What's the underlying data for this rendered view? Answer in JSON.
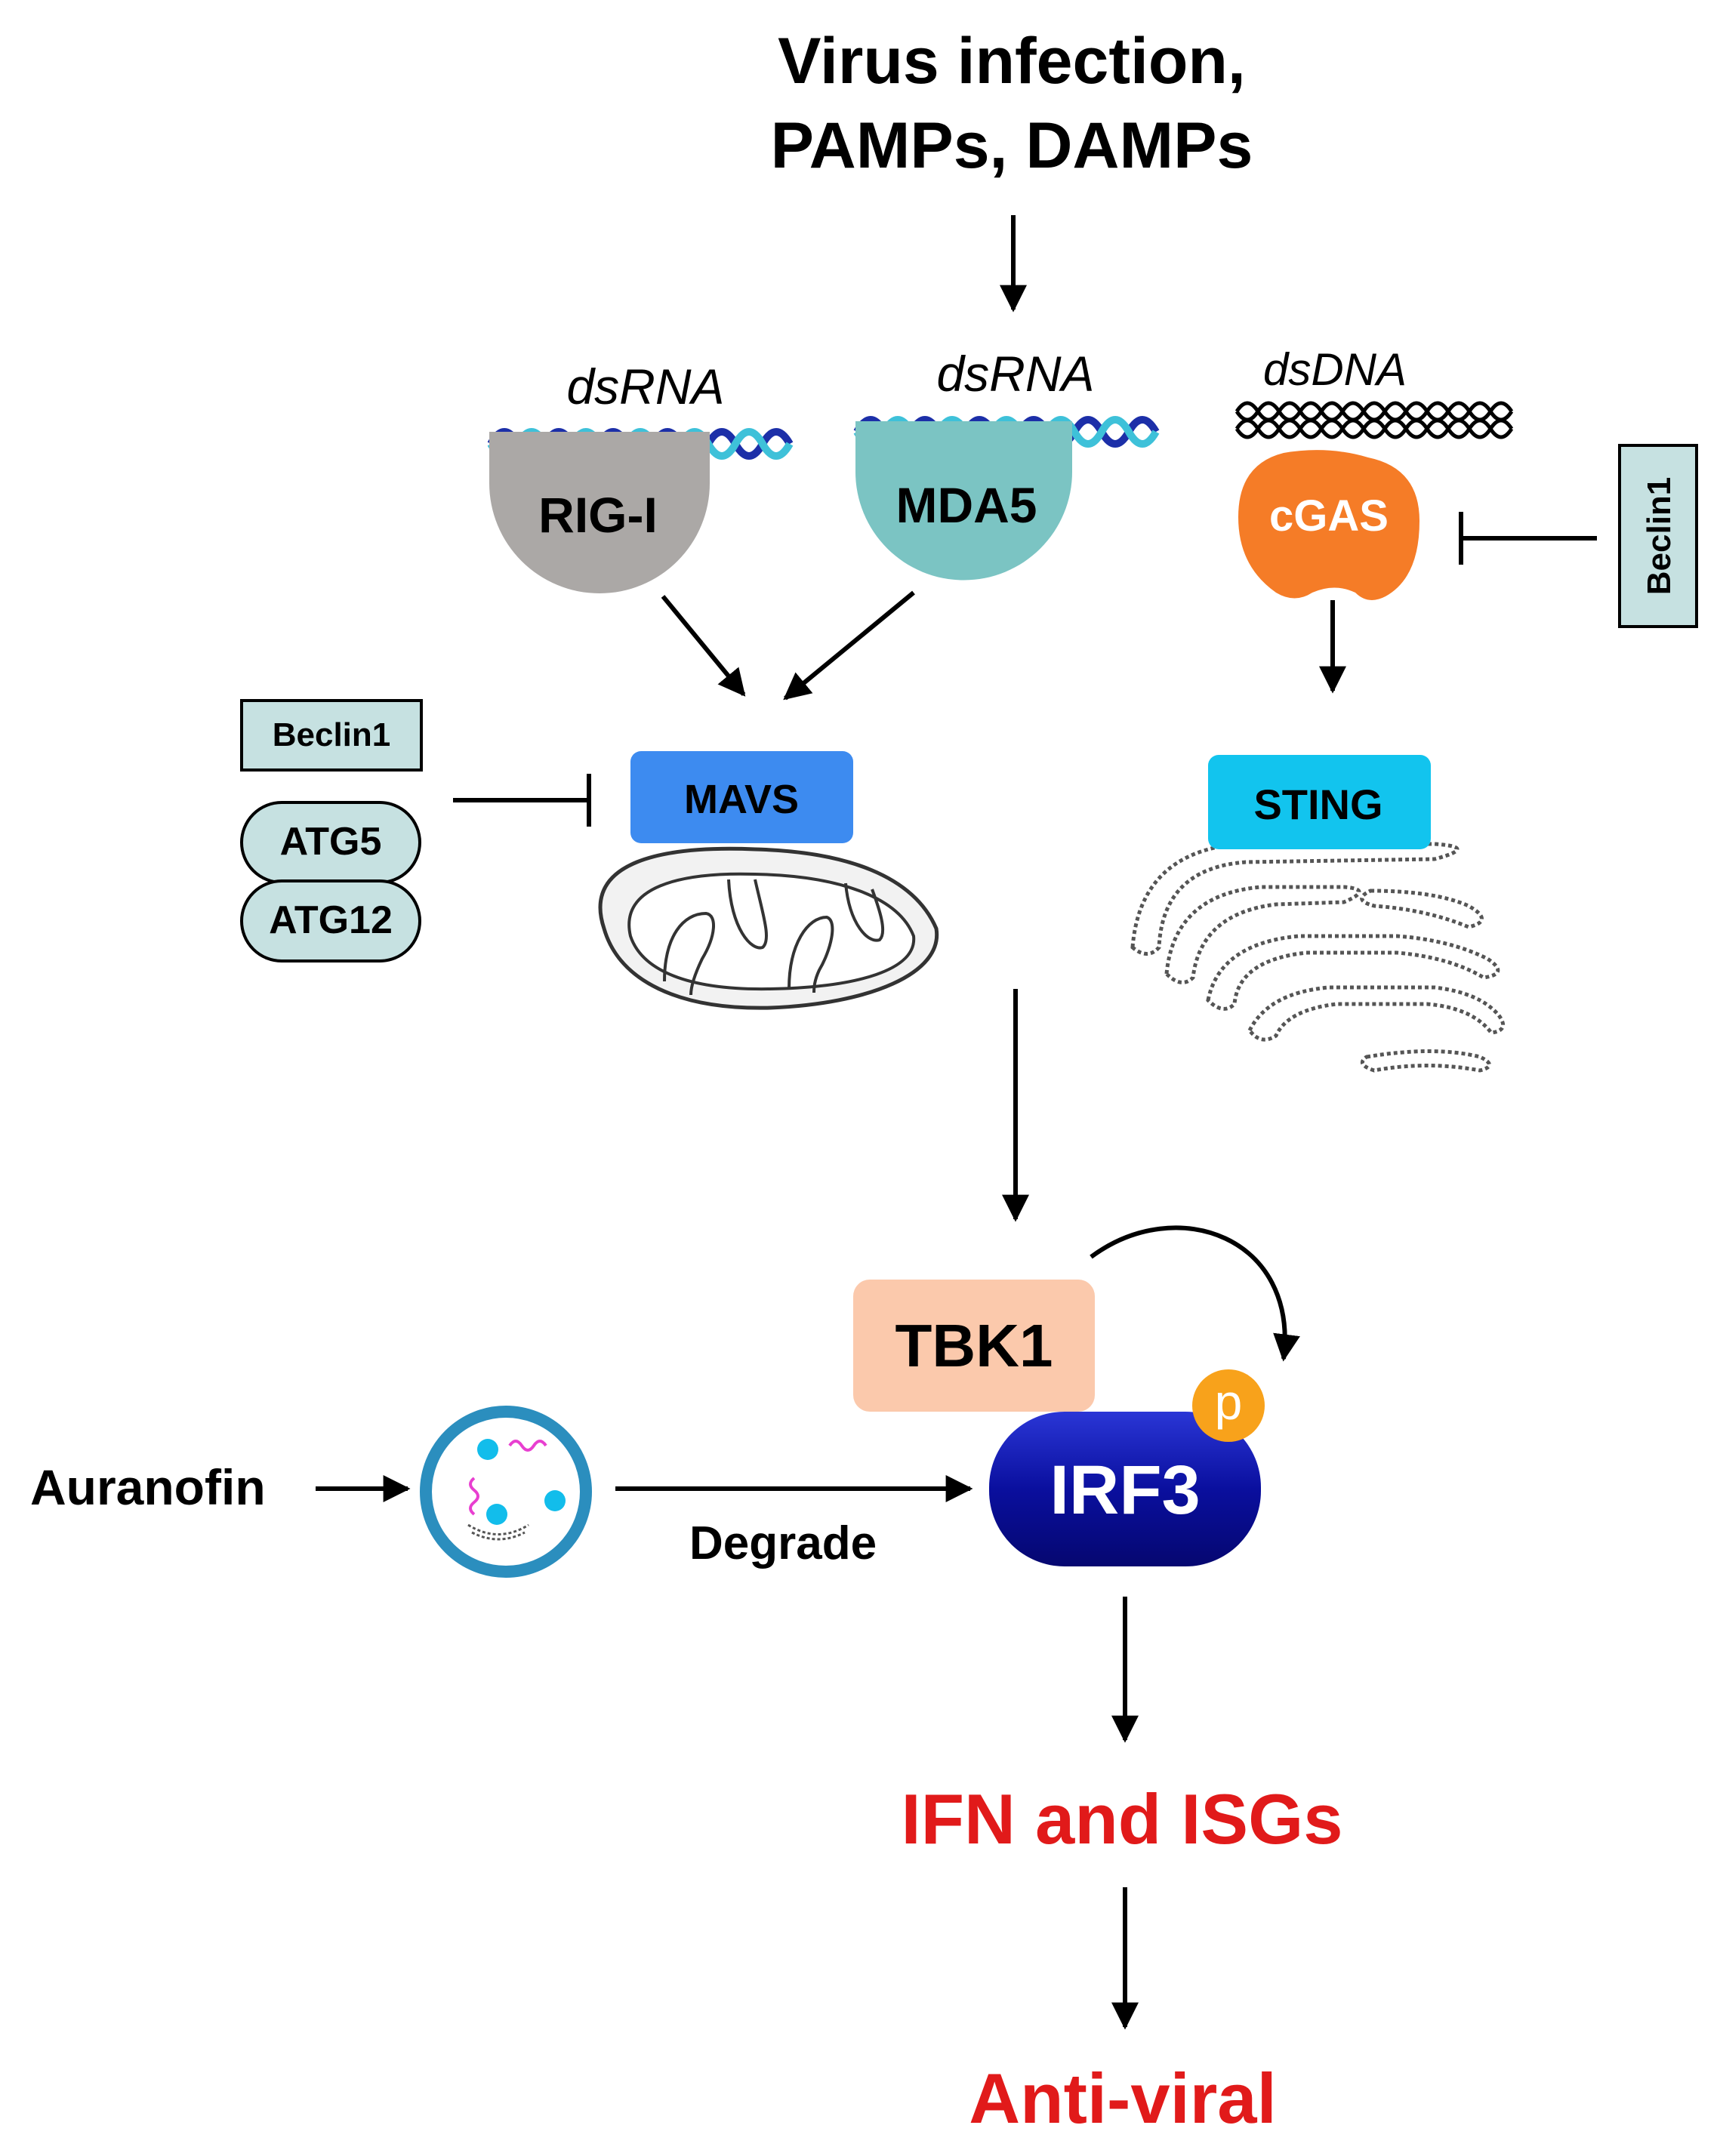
{
  "header": {
    "line1": "Virus infection,",
    "line2": "PAMPs, DAMPs"
  },
  "sensors": {
    "rigi": {
      "label": "RIG-I",
      "ligand": "dsRNA"
    },
    "mda5": {
      "label": "MDA5",
      "ligand": "dsRNA"
    },
    "cgas": {
      "label": "cGAS",
      "ligand": "dsDNA"
    }
  },
  "inhibitors": {
    "beclin1_left": "Beclin1",
    "atg5": "ATG5",
    "atg12": "ATG12",
    "beclin1_right": "Beclin1"
  },
  "adaptors": {
    "mavs": "MAVS",
    "sting": "STING"
  },
  "kinase": {
    "tbk1": "TBK1",
    "irf3": "IRF3",
    "phospho": "p"
  },
  "drug": {
    "name": "Auranofin",
    "action": "Degrade"
  },
  "outcomes": {
    "ifn": "IFN and ISGs",
    "antiviral": "Anti-viral"
  },
  "colors": {
    "rigi": "#ABA8A6",
    "mda5": "#7BC4C3",
    "cgas": "#F57C27",
    "mavs": "#3D8BF0",
    "sting": "#12C4EE",
    "tbk1": "#FBC9AC",
    "irf3": "#0A0F9E",
    "phospho": "#F8A21B",
    "atg": "#C6E1E1",
    "output": "#E11A1A",
    "lysosome": "#2B8EBE"
  }
}
